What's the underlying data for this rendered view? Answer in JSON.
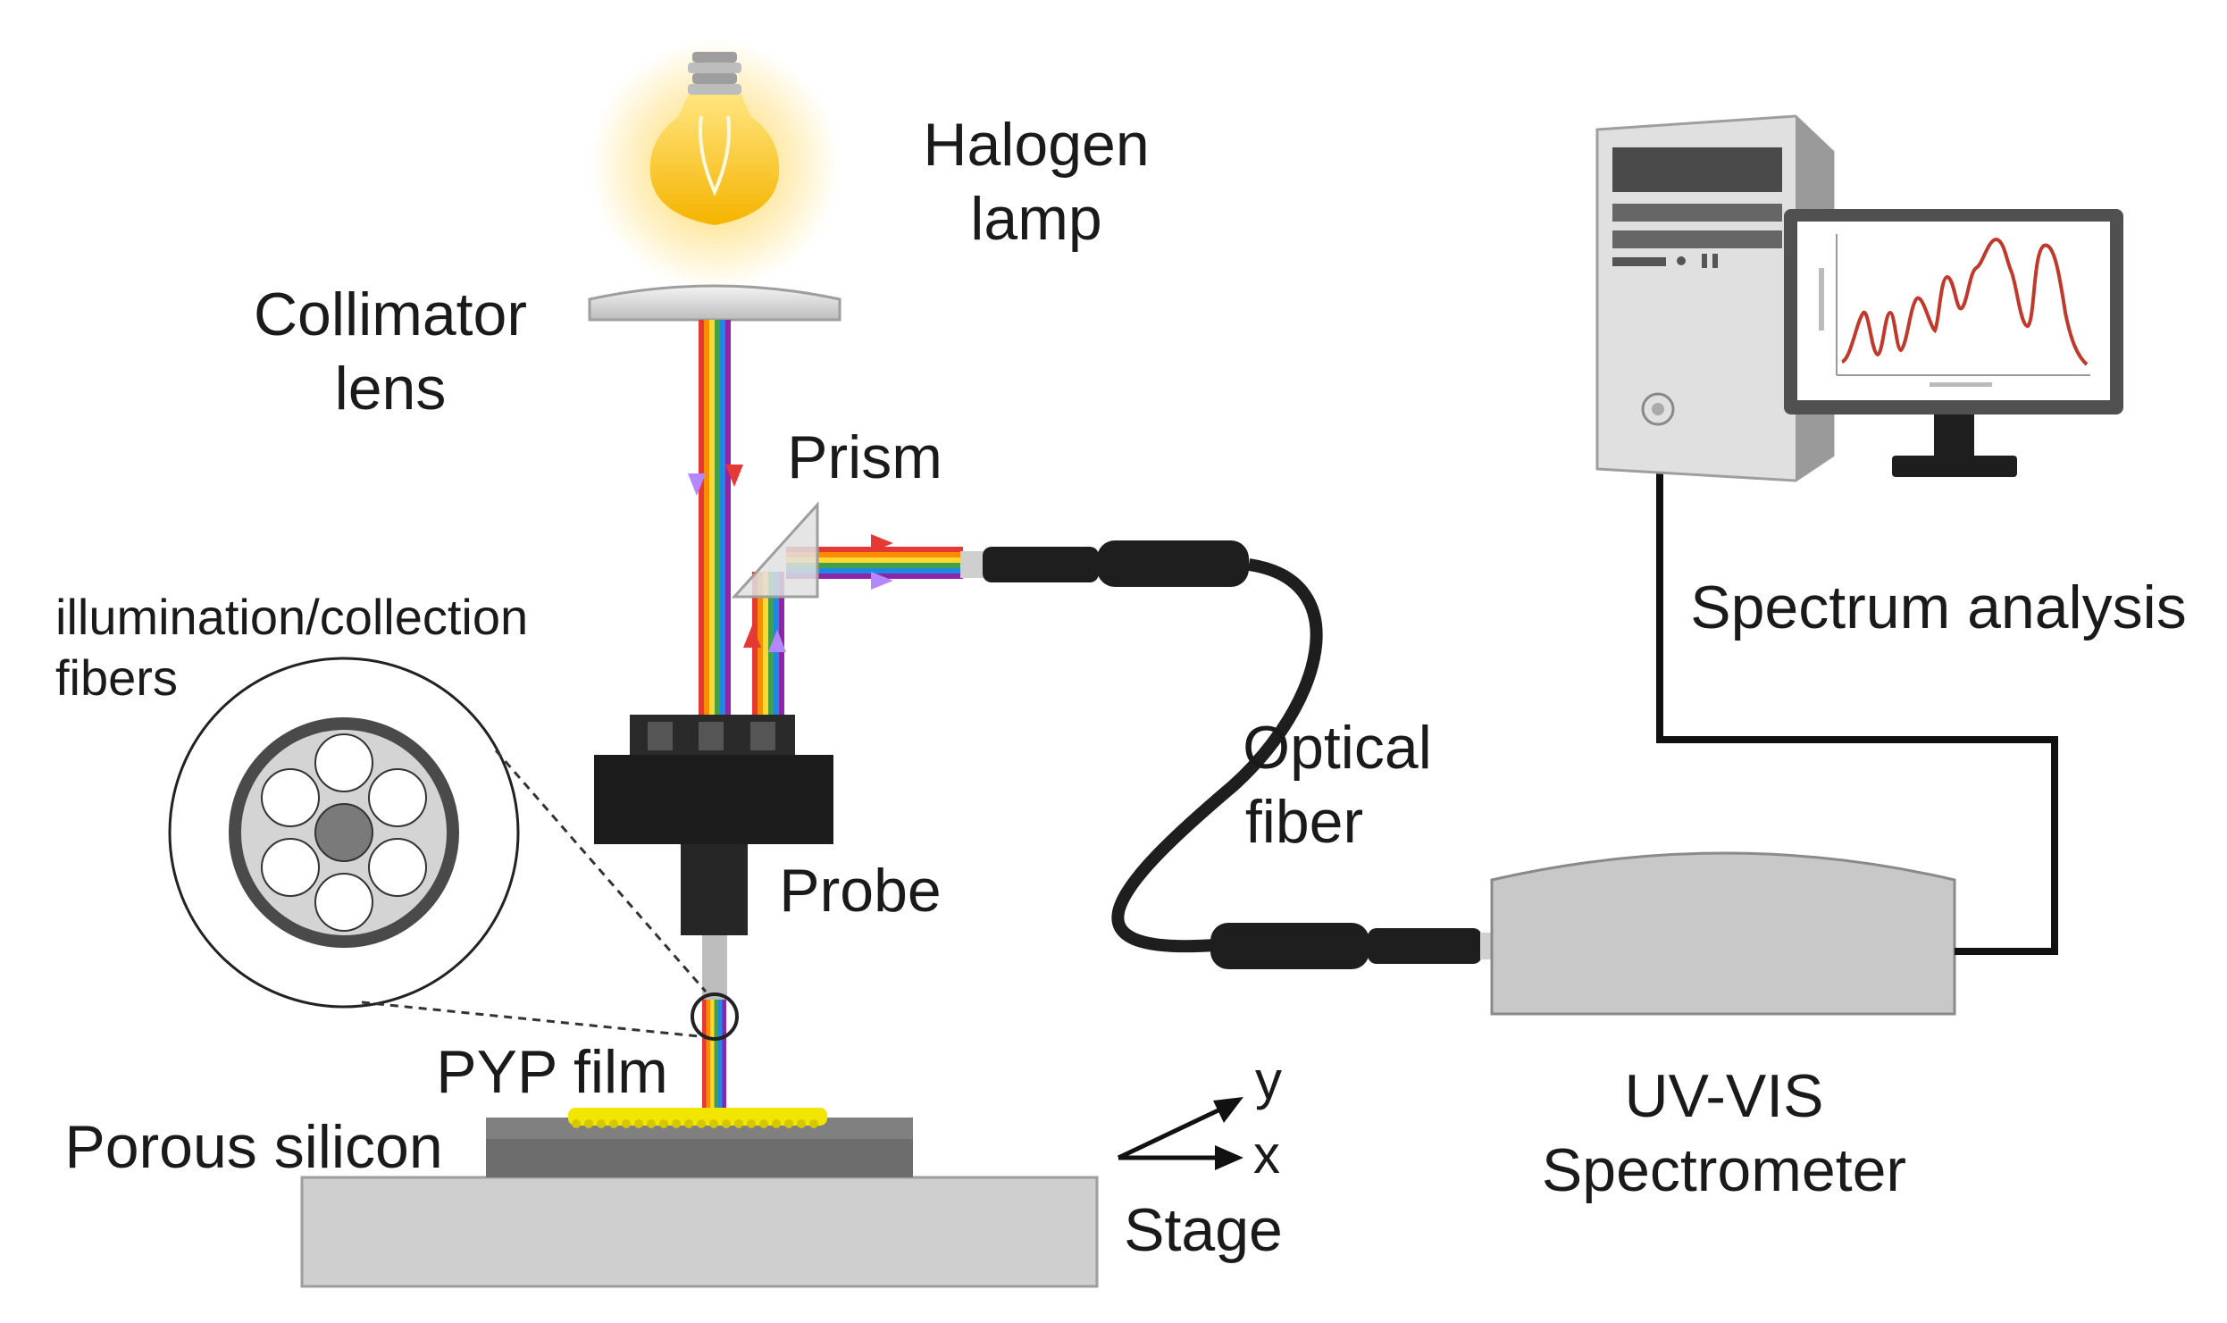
{
  "labels": {
    "lamp_line1": "Halogen",
    "lamp_line2": "lamp",
    "collimator_line1": "Collimator",
    "collimator_line2": "lens",
    "prism": "Prism",
    "fibers_line1": "illumination/collection",
    "fibers_line2": "fibers",
    "probe": "Probe",
    "optical_fiber_line1": "Optical",
    "optical_fiber_line2": "fiber",
    "pyp_film": "PYP film",
    "porous_silicon": "Porous silicon",
    "stage": "Stage",
    "axis_x": "x",
    "axis_y": "y",
    "spectrum_analysis": "Spectrum analysis",
    "spectrometer_line1": "UV-VIS",
    "spectrometer_line2": "Spectrometer"
  },
  "colors": {
    "beam": [
      "#e53935",
      "#fb8c00",
      "#fdd835",
      "#43a047",
      "#1e88e5",
      "#8e24aa"
    ],
    "film": "#f2e600",
    "lamp_glow": "#ffd54f",
    "instrument_dark": "#1c1c1c",
    "gray_body": "#c8c8c8",
    "plot_line": "#c0392b"
  },
  "icons": [
    "light-bulb-icon",
    "computer-tower-icon",
    "monitor-icon"
  ]
}
